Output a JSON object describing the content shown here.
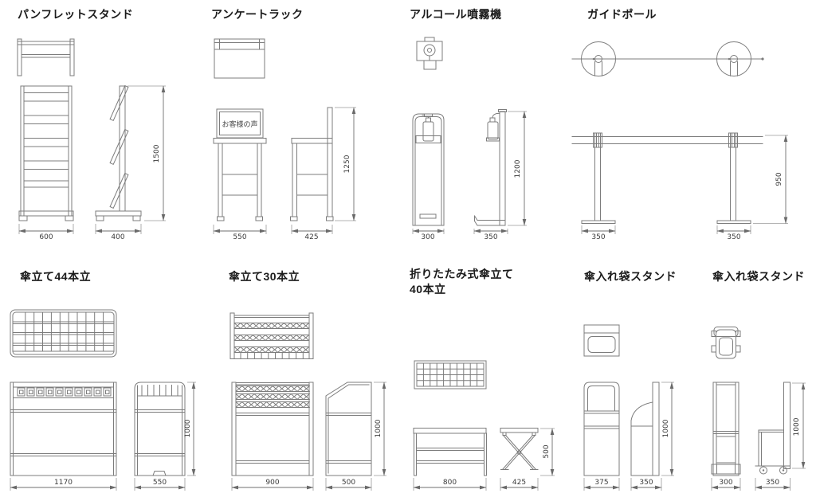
{
  "sheet": {
    "background": "#ffffff",
    "line_color": "#7c7c7c",
    "title_color": "#1b1b1b",
    "dim_color": "#3a3a3a"
  },
  "figures": {
    "pamphlet_stand": {
      "title": "パンフレットスタンド",
      "dims": {
        "width": "600",
        "depth": "400",
        "height": "1500"
      }
    },
    "survey_rack": {
      "title": "アンケートラック",
      "sign_text": "お客様の声",
      "dims": {
        "width": "550",
        "depth": "425",
        "height": "1250"
      }
    },
    "alcohol_sprayer": {
      "title": "アルコール噴霧機",
      "dims": {
        "width": "300",
        "depth": "350",
        "height": "1200"
      }
    },
    "guide_pole": {
      "title": "ガイドポール",
      "dims": {
        "base1": "350",
        "base2": "350",
        "height": "950"
      }
    },
    "umbrella_stand_44": {
      "title": "傘立て44本立",
      "dims": {
        "width": "1170",
        "depth": "550",
        "height": "1000"
      }
    },
    "umbrella_stand_30": {
      "title": "傘立て30本立",
      "dims": {
        "width": "900",
        "depth": "500",
        "height": "1000"
      }
    },
    "folding_umbrella_stand_40": {
      "title_line1": "折りたたみ式傘立て",
      "title_line2": "40本立",
      "dims": {
        "width": "800",
        "depth": "425",
        "height": "500"
      }
    },
    "umbrella_bag_stand_1": {
      "title": "傘入れ袋スタンド",
      "dims": {
        "width": "375",
        "depth": "350",
        "height": "1000"
      }
    },
    "umbrella_bag_stand_2": {
      "title": "傘入れ袋スタンド",
      "dims": {
        "width": "300",
        "depth": "350",
        "height": "1000"
      }
    }
  }
}
